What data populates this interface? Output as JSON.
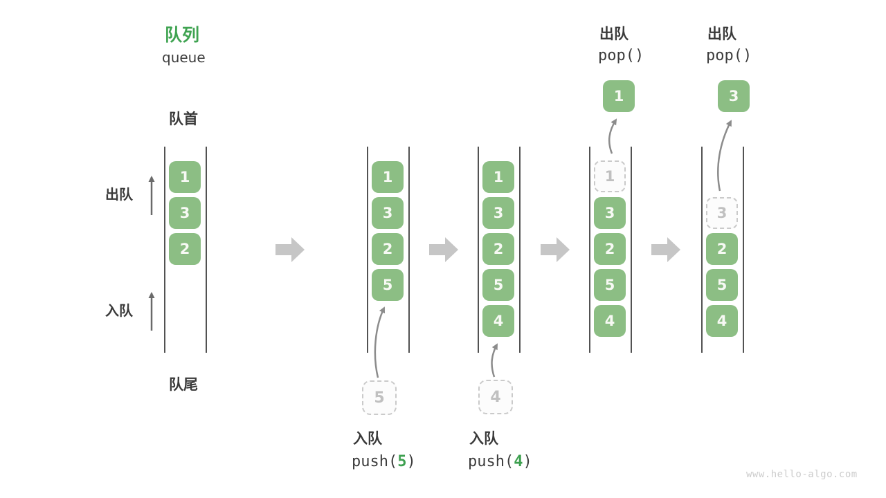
{
  "header": {
    "title_zh": "队列",
    "title_en": "queue"
  },
  "side_labels": {
    "front": "队首",
    "rear": "队尾",
    "dequeue": "出队",
    "enqueue": "入队"
  },
  "colors": {
    "cell_green": "#8CBE84",
    "title_green": "#3FA351",
    "code_arg_green": "#3EA050",
    "dark_text": "#3A3A3A",
    "ghost_gray": "#C0C0C0",
    "rail_gray": "#525252",
    "thin_arrow_gray": "#6A6A6A",
    "curved_arrow_gray": "#8C8C8C",
    "block_arrow_gray": "#C6C6C6",
    "watermark_gray": "#CCCCCC"
  },
  "states": [
    {
      "name": "initial",
      "cells": [
        "1",
        "3",
        "2"
      ]
    },
    {
      "name": "after-push-5",
      "cells": [
        "1",
        "3",
        "2",
        "5"
      ],
      "incoming_value": "5",
      "op": {
        "zh": "入队",
        "fn": "push(",
        "arg": "5",
        "close": ")"
      }
    },
    {
      "name": "after-push-4",
      "cells": [
        "1",
        "3",
        "2",
        "5",
        "4"
      ],
      "incoming_value": "4",
      "op": {
        "zh": "入队",
        "fn": "push(",
        "arg": "4",
        "close": ")"
      }
    },
    {
      "name": "pop-1",
      "ghost_value": "1",
      "cells": [
        "3",
        "2",
        "5",
        "4"
      ],
      "popped_value": "1",
      "op": {
        "zh": "出队",
        "fn": "pop()"
      }
    },
    {
      "name": "pop-3",
      "ghost_value": "3",
      "cells": [
        "2",
        "5",
        "4"
      ],
      "popped_value": "3",
      "op": {
        "zh": "出队",
        "fn": "pop()"
      }
    }
  ],
  "watermark": "www.hello-algo.com"
}
